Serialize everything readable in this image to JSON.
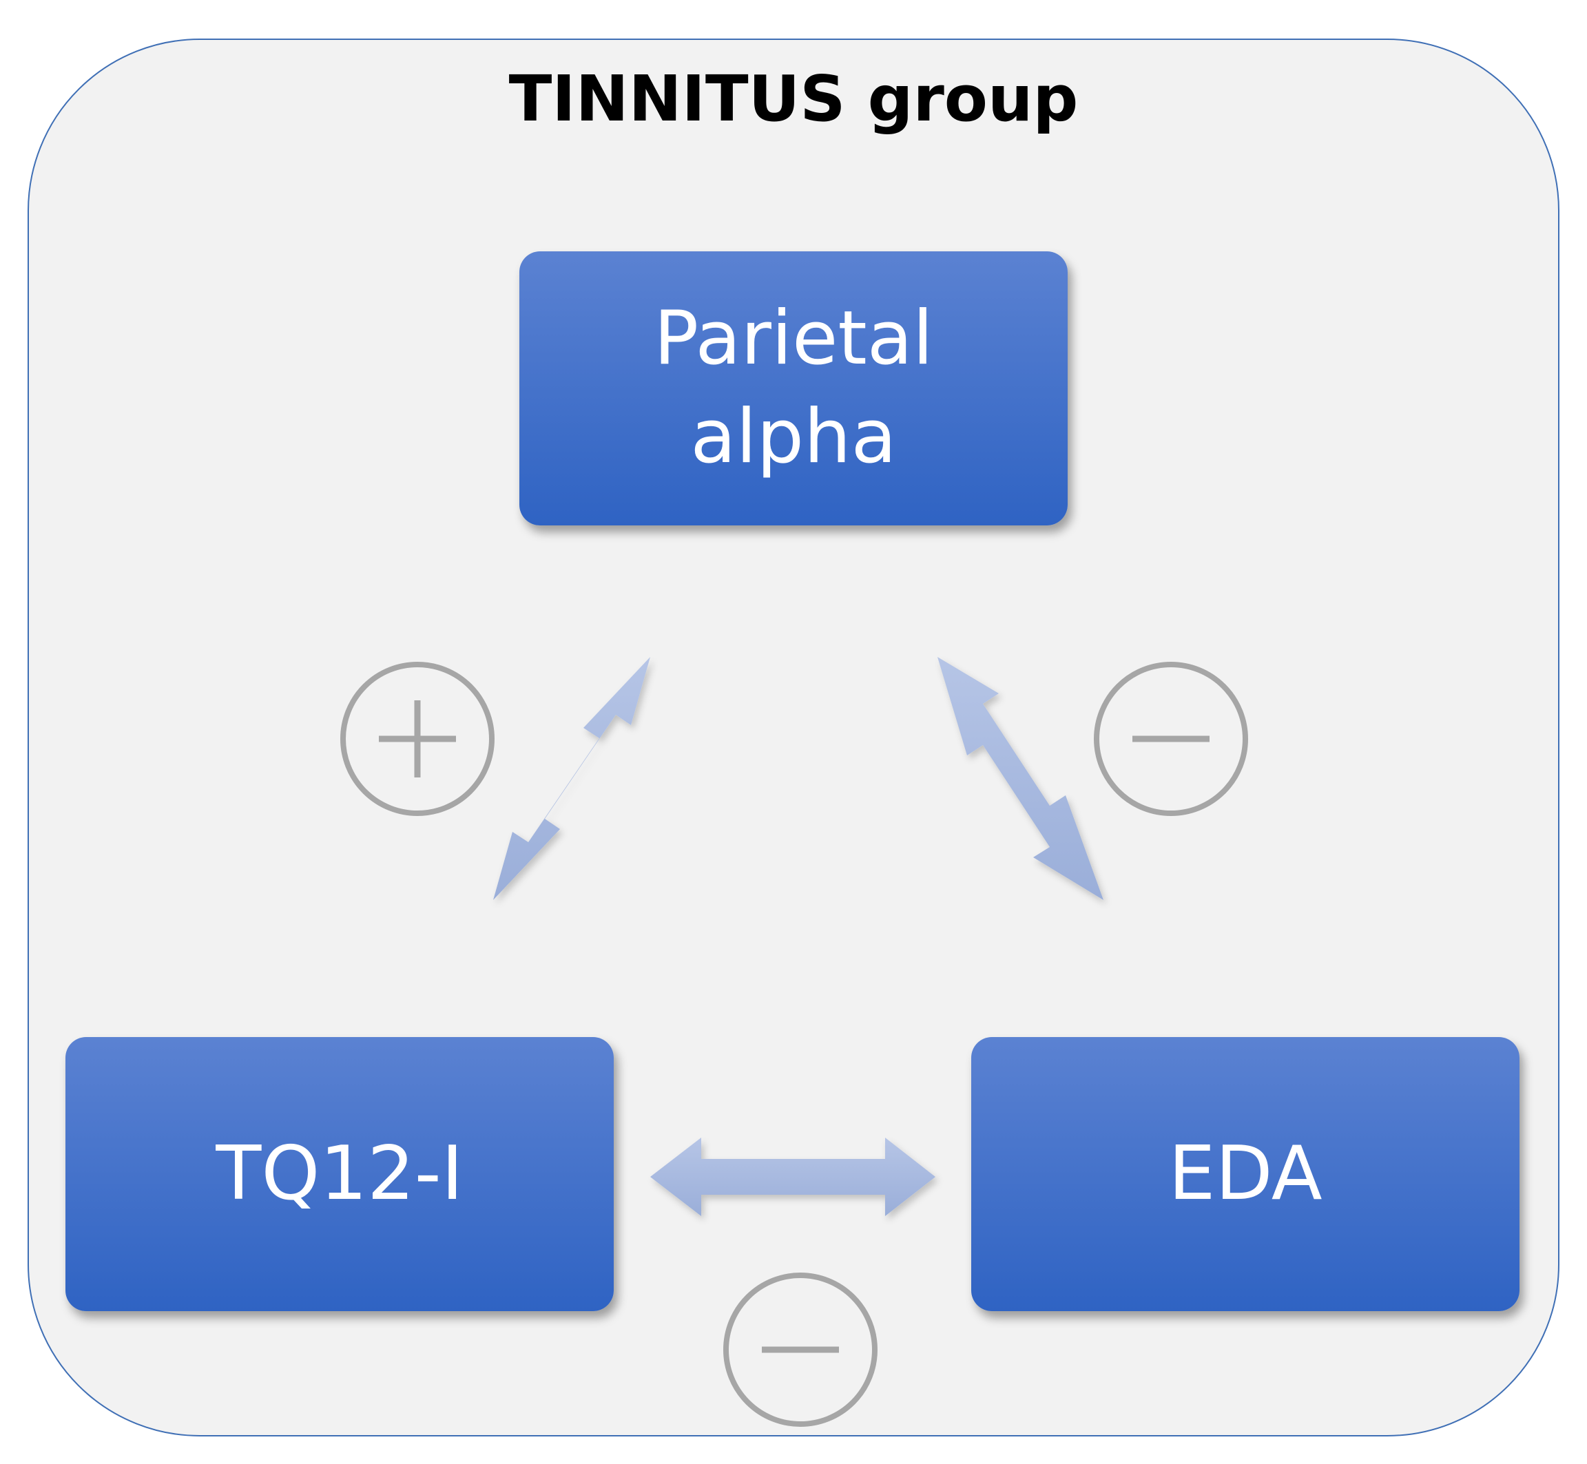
{
  "title": "TINNITUS group",
  "nodes": {
    "top": {
      "line1": "Parietal",
      "line2": "alpha"
    },
    "left": {
      "label": "TQ12-I"
    },
    "right": {
      "label": "EDA"
    }
  },
  "relations": [
    {
      "from": "Parietal alpha",
      "to": "TQ12-I",
      "sign": "+"
    },
    {
      "from": "Parietal alpha",
      "to": "EDA",
      "sign": "−"
    },
    {
      "from": "TQ12-I",
      "to": "EDA",
      "sign": "−"
    }
  ],
  "colors": {
    "node_fill_top": "#5b82d2",
    "node_fill_bottom": "#2f63c3",
    "arrow_fill": "#a8b9de",
    "sign_circle": "#a6a6a6",
    "frame_border": "#3f6fb5",
    "frame_fill": "#f2f2f2"
  }
}
